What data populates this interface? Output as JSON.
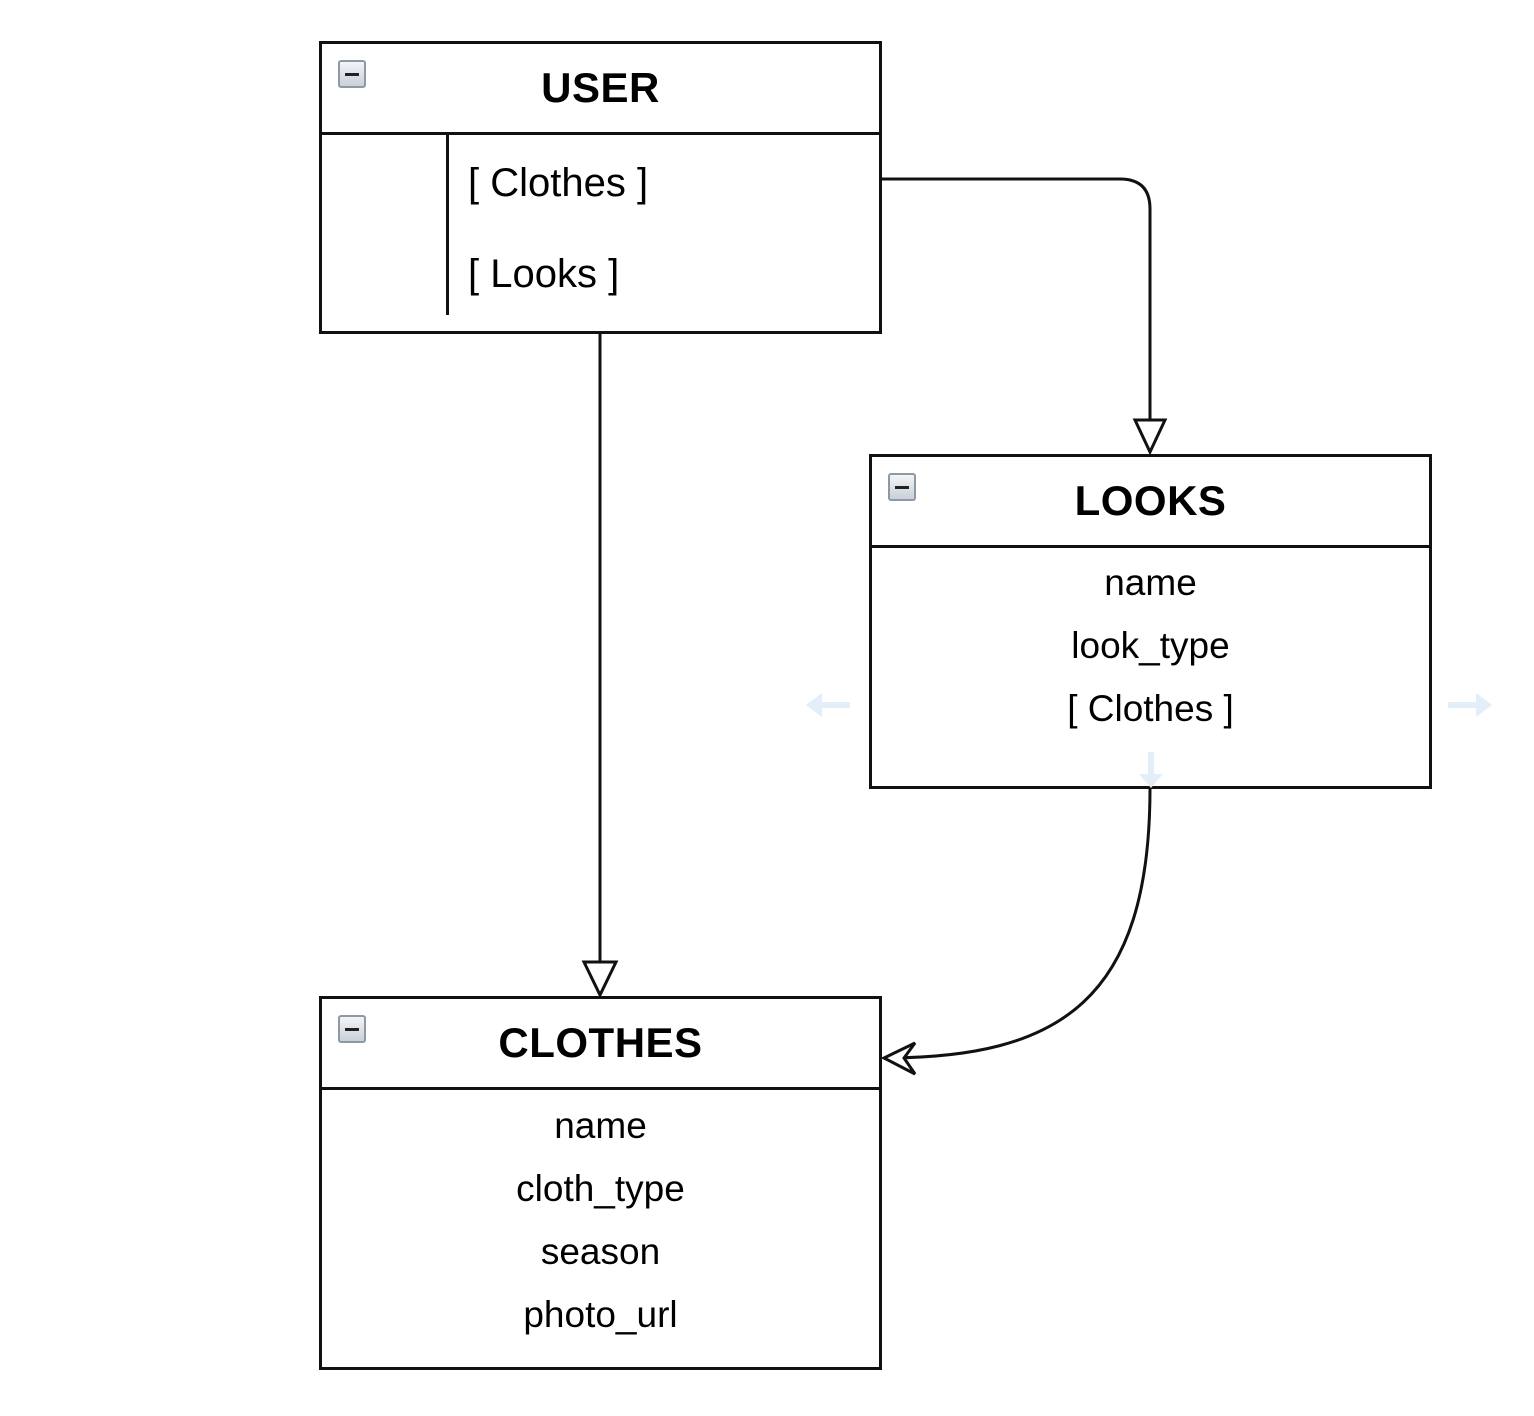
{
  "entities": {
    "user": {
      "title": "USER",
      "fields": [
        "[ Clothes ]",
        "[ Looks ]"
      ]
    },
    "looks": {
      "title": "LOOKS",
      "fields": [
        "name",
        "look_type",
        "[ Clothes ]"
      ]
    },
    "clothes": {
      "title": "CLOTHES",
      "fields": [
        "name",
        "cloth_type",
        "season",
        "photo_url"
      ]
    }
  },
  "connectors": [
    {
      "from": "USER",
      "to": "LOOKS",
      "arrowhead": "open-triangle"
    },
    {
      "from": "USER",
      "to": "CLOTHES",
      "arrowhead": "open-triangle"
    },
    {
      "from": "LOOKS",
      "to": "CLOTHES",
      "arrowhead": "open-chevron"
    }
  ],
  "colors": {
    "stroke": "#111111",
    "hover_hint": "#e3eef9",
    "collapse_button_border": "#8e99a6"
  },
  "icons": {
    "collapse": "minus-box-icon",
    "hover_hints": [
      "arrow-left-icon",
      "arrow-right-icon",
      "arrow-down-icon"
    ]
  }
}
